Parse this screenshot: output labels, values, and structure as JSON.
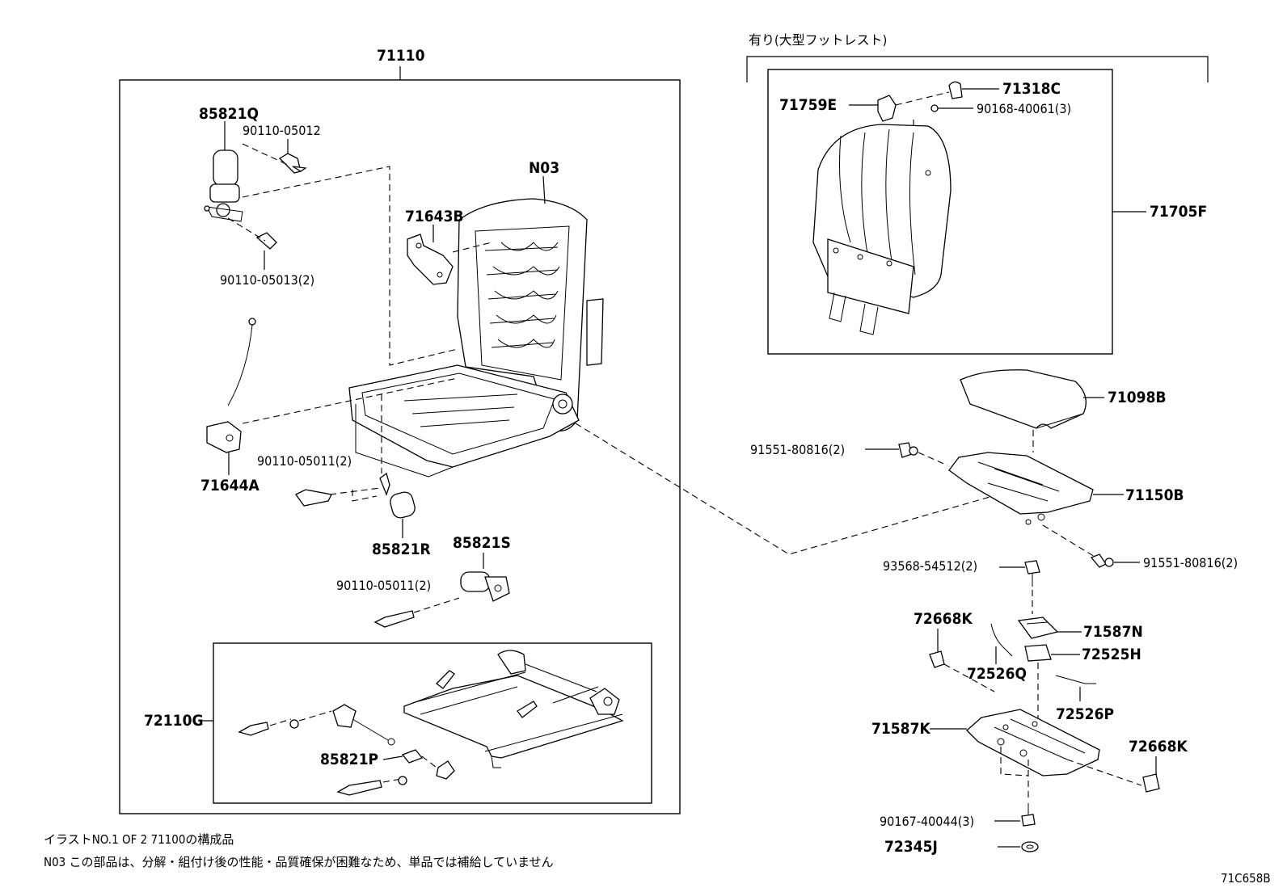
{
  "diagram": {
    "main_assembly_label": "71110",
    "footrest_header": "有り(大型フットレスト)",
    "labels": {
      "p85821Q": "85821Q",
      "p90110_05012": "90110-05012",
      "p90110_05013": "90110-05013(2)",
      "pN03": "N03",
      "p71643B": "71643B",
      "p71644A": "71644A",
      "p90110_05011a": "90110-05011(2)",
      "p85821R": "85821R",
      "p85821S": "85821S",
      "p90110_05011b": "90110-05011(2)",
      "p72110G": "72110G",
      "p85821P": "85821P",
      "p71318C": "71318C",
      "p71759E": "71759E",
      "p90168_40061": "90168-40061(3)",
      "p71705F": "71705F",
      "p71098B": "71098B",
      "p91551_80816a": "91551-80816(2)",
      "p71150B": "71150B",
      "p91551_80816b": "91551-80816(2)",
      "p93568_54512": "93568-54512(2)",
      "p72668K_top": "72668K",
      "p71587N": "71587N",
      "p72525H": "72525H",
      "p72526Q": "72526Q",
      "p72526P": "72526P",
      "p71587K": "71587K",
      "p72668K_bot": "72668K",
      "p90167_40044": "90167-40044(3)",
      "p72345J": "72345J"
    },
    "notes": {
      "line1": "イラストNO.1 OF 2 71100の構成品",
      "line2": "N03 この部品は、分解・組付け後の性能・品質確保が困難なため、単品では補給していません"
    },
    "figure_id": "71C658B"
  }
}
